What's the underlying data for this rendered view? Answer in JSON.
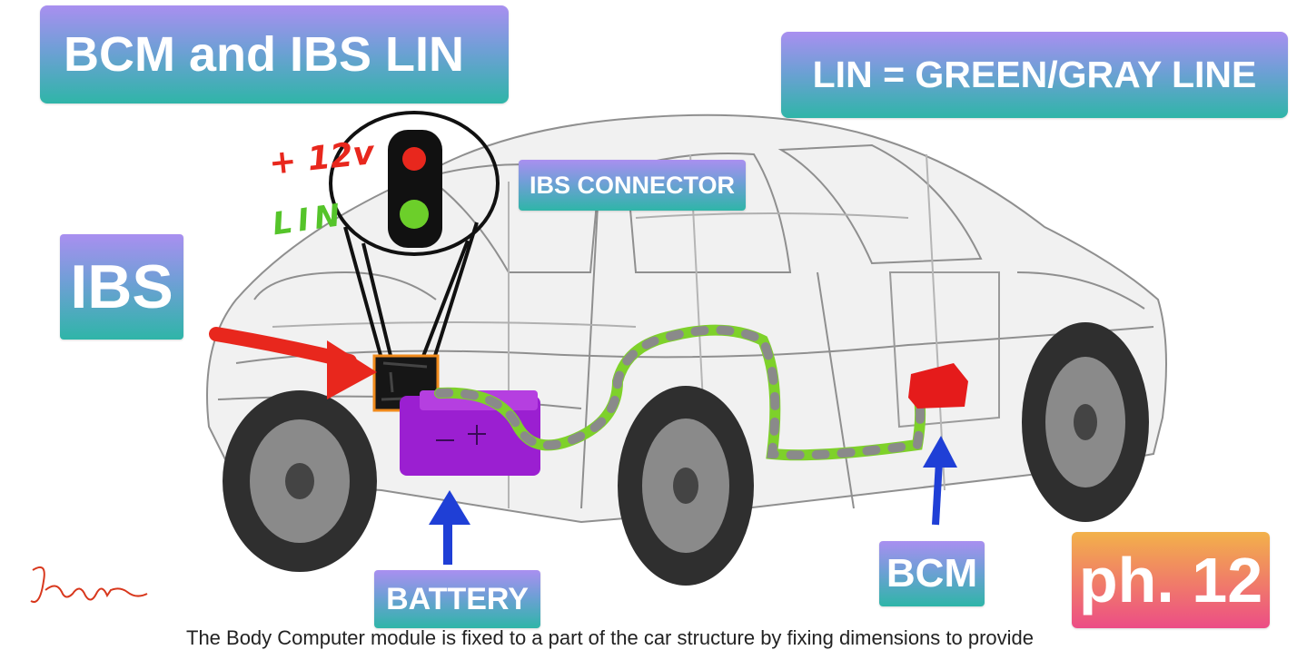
{
  "labels": {
    "title": "BCM and IBS LIN",
    "lin_legend": "LIN = GREEN/GRAY LINE",
    "ibs": "IBS",
    "ibs_connector": "IBS CONNECTOR",
    "battery": "BATTERY",
    "bcm": "BCM",
    "page": "ph. 12"
  },
  "handwriting": {
    "voltage": "+ 12v",
    "lin": "LIN"
  },
  "caption": "The Body Computer module is fixed to a part of the car structure by fixing dimensions to provide",
  "colors": {
    "label_gradient_top": "#a98ff0",
    "label_gradient_bottom": "#2fb5a8",
    "page_gradient_top": "#f2b14a",
    "page_gradient_bottom": "#ec4d86",
    "lin_wire_green": "#7ed12a",
    "lin_wire_gray": "#8a8a8a",
    "power_red": "#e8271d",
    "battery_purple": "#9b1fd1",
    "bcm_red": "#e51b1b",
    "arrow_blue": "#1f3fd6",
    "arrow_red": "#e8271d"
  }
}
